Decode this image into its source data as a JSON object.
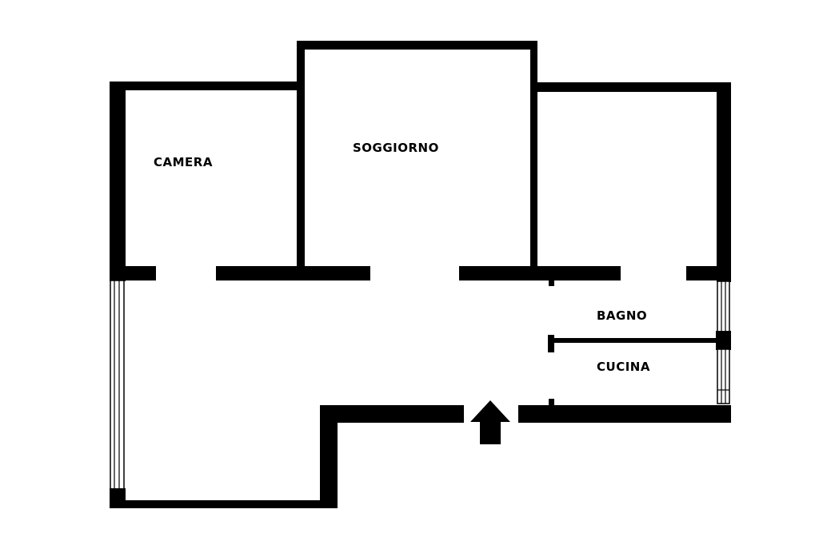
{
  "plan": {
    "rooms": {
      "camera": "CAMERA",
      "soggiorno": "SOGGIORNO",
      "bagno": "BAGNO",
      "cucina": "CUCINA"
    },
    "colors": {
      "wall": "#000000",
      "background": "#ffffff"
    },
    "icons": {
      "entrance": "arrow-up-icon"
    }
  }
}
